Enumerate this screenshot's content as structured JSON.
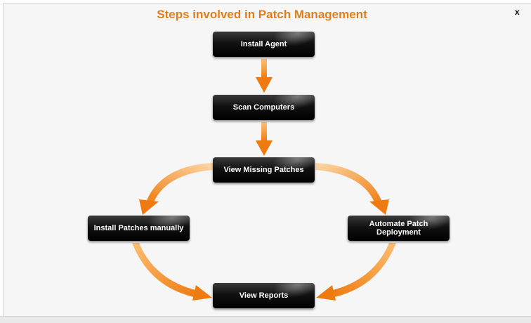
{
  "title": "Steps involved in Patch Management",
  "close_label": "x",
  "colors": {
    "title": "#e07f1a",
    "arrow": "#f08a1e",
    "box": "#000000"
  },
  "steps": {
    "install_agent": "Install Agent",
    "scan_computers": "Scan Computers",
    "view_missing_patches": "View Missing Patches",
    "install_patches_manually": "Install Patches manually",
    "automate_patch_deployment": "Automate Patch\nDeployment",
    "view_reports": "View Reports"
  }
}
